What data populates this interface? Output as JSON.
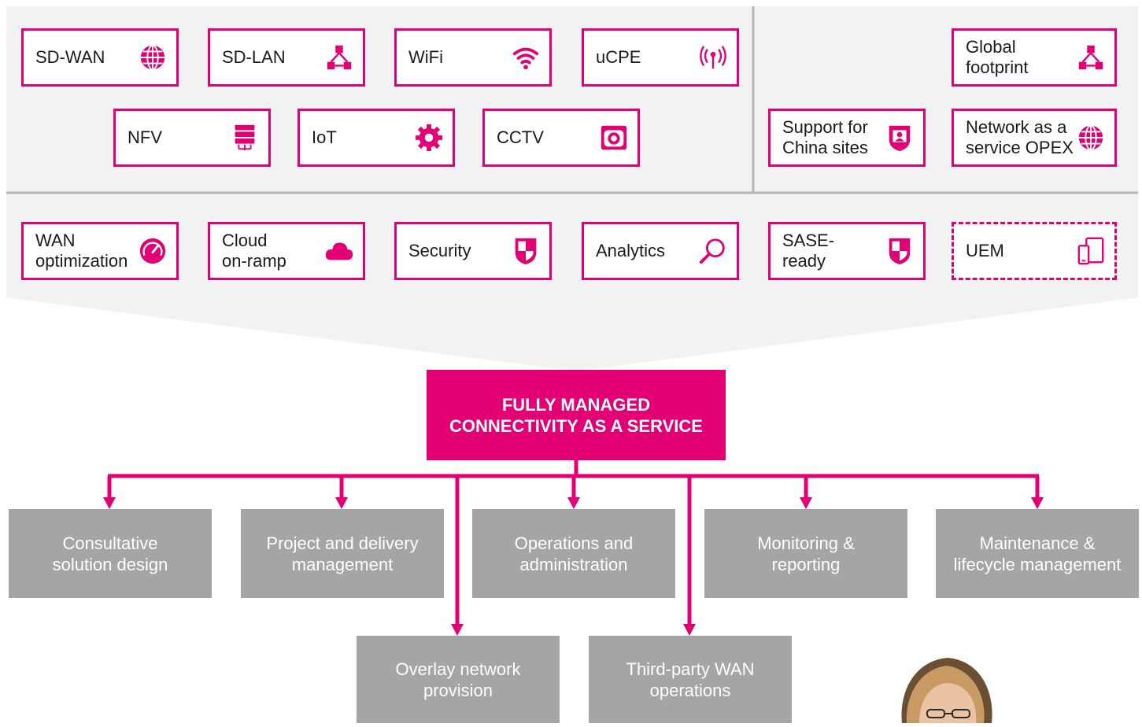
{
  "colors": {
    "accent": "#e20074",
    "panel": "#f2f2f2",
    "divider": "#b7b7b7",
    "service_box": "#a5a5a5"
  },
  "tiles": [
    {
      "id": "sd-wan",
      "label": "SD-WAN",
      "icon": "globe-icon"
    },
    {
      "id": "sd-lan",
      "label": "SD-LAN",
      "icon": "network-nodes-icon"
    },
    {
      "id": "wifi",
      "label": "WiFi",
      "icon": "wifi-icon"
    },
    {
      "id": "ucpe",
      "label": "uCPE",
      "icon": "signal-antenna-icon"
    },
    {
      "id": "nfv",
      "label": "NFV",
      "icon": "server-rack-icon"
    },
    {
      "id": "iot",
      "label": "IoT",
      "icon": "gear-icon"
    },
    {
      "id": "cctv",
      "label": "CCTV",
      "icon": "camera-icon"
    },
    {
      "id": "global-footprint",
      "label": "Global\nfootprint",
      "icon": "network-nodes-icon"
    },
    {
      "id": "china-sites",
      "label": "Support for\nChina sites",
      "icon": "user-badge-icon"
    },
    {
      "id": "naas-opex",
      "label": "Network as a\nservice OPEX",
      "icon": "globe-icon"
    },
    {
      "id": "wan-optimization",
      "label": "WAN\noptimization",
      "icon": "speedometer-icon"
    },
    {
      "id": "cloud-on-ramp",
      "label": "Cloud\non-ramp",
      "icon": "cloud-icon"
    },
    {
      "id": "security",
      "label": "Security",
      "icon": "shield-icon"
    },
    {
      "id": "analytics",
      "label": "Analytics",
      "icon": "magnifier-icon"
    },
    {
      "id": "sase-ready",
      "label": "SASE-\nready",
      "icon": "shield-icon"
    },
    {
      "id": "uem",
      "label": "UEM",
      "icon": "mobile-devices-icon",
      "dashed": true
    }
  ],
  "core": {
    "label": "FULLY MANAGED\nCONNECTIVITY AS A SERVICE"
  },
  "services": [
    {
      "id": "consultative",
      "label": "Consultative\nsolution design"
    },
    {
      "id": "project-delivery",
      "label": "Project and delivery\nmanagement"
    },
    {
      "id": "operations",
      "label": "Operations and\nadministration"
    },
    {
      "id": "monitoring",
      "label": "Monitoring &\nreporting"
    },
    {
      "id": "maintenance",
      "label": "Maintenance &\nlifecycle management"
    },
    {
      "id": "overlay",
      "label": "Overlay network\nprovision"
    },
    {
      "id": "third-party",
      "label": "Third-party WAN\noperations"
    }
  ]
}
